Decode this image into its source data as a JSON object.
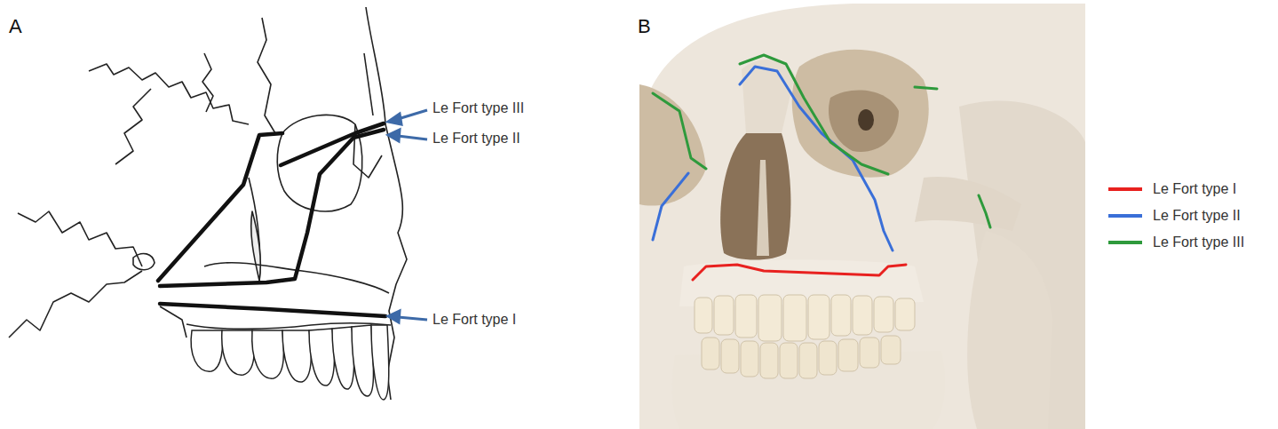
{
  "diagram": {
    "labels": [
      "A",
      "Le Fort type III",
      "Le Fort type II",
      "Le Fort type I",
      "B"
    ],
    "legend": [
      {
        "text": "Le Fort type I",
        "color": "#e8211f"
      },
      {
        "text": "Le Fort type II",
        "color": "#3a6fd8"
      },
      {
        "text": "Le Fort type III",
        "color": "#2e9a3c"
      }
    ]
  }
}
